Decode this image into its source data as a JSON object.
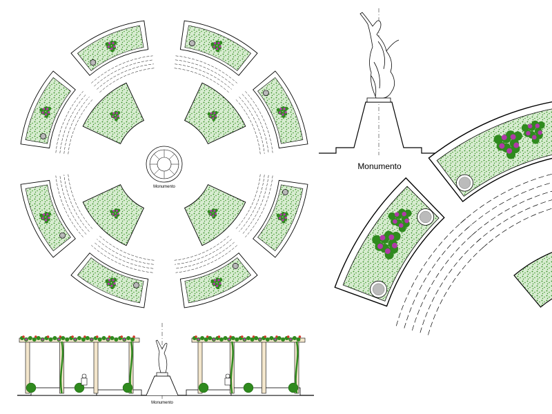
{
  "labels": {
    "monument_plan": "Monumento",
    "monument_elevation": "Monumento",
    "monument_section": "Monumento"
  },
  "colors": {
    "planter_fill": "#cfe8c4",
    "hedge_green": "#2f8a1e",
    "flower_purple": "#b03aa8",
    "flower_red": "#d23a2a",
    "line": "#000000",
    "wood": "#f3e6cc"
  }
}
